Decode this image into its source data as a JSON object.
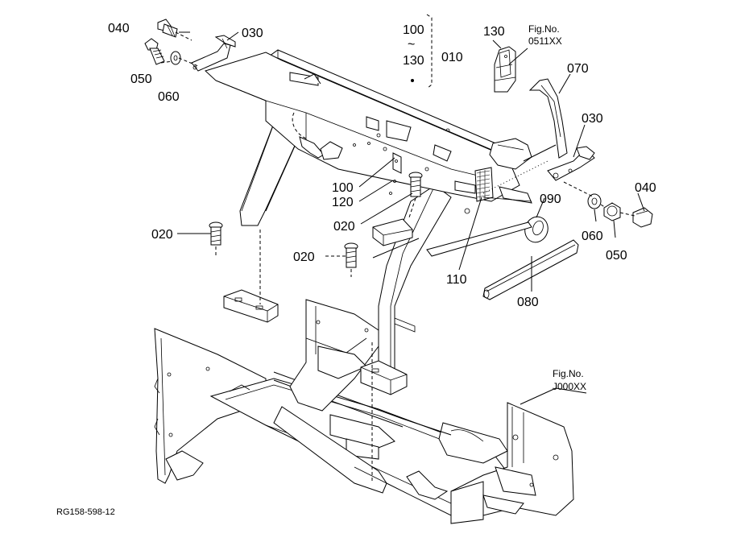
{
  "callouts": {
    "p040_top": "040",
    "p050_top": "050",
    "p060_top": "060",
    "p030_top": "030",
    "p100_range_start": "100",
    "p100_range_tilde": "~",
    "p100_range_end": "130",
    "p010": "010",
    "p130": "130",
    "p070": "070",
    "p030_right": "030",
    "p040_right": "040",
    "p060_right": "060",
    "p050_right": "050",
    "p090": "090",
    "p100_mid": "100",
    "p120": "120",
    "p020_mid": "020",
    "p020_left": "020",
    "p020_low": "020",
    "p110": "110",
    "p080": "080"
  },
  "figure_refs": {
    "top_label": "Fig.No.",
    "top_code": "0511XX",
    "bottom_label": "Fig.No.",
    "bottom_code": "J000XX"
  },
  "footer": {
    "drawing_code": "RG158-598-12"
  }
}
